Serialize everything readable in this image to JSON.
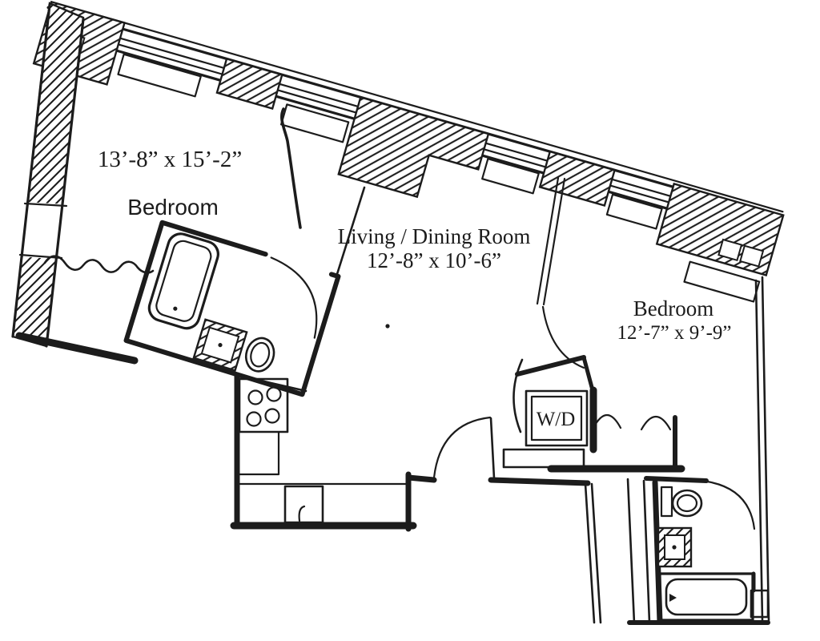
{
  "floor_plan": {
    "bedroom1": {
      "dims": "13’-8” x 15’-2”",
      "label": "Bedroom"
    },
    "living": {
      "label": "Living / Dining Room",
      "dims": "12’-8” x 10’-6”"
    },
    "bedroom2": {
      "label": "Bedroom",
      "dims": "12’-7” x 9’-9”"
    },
    "laundry": {
      "label": "W/D"
    },
    "colors": {
      "ink": "#1c1c1c",
      "paper": "#ffffff"
    }
  }
}
